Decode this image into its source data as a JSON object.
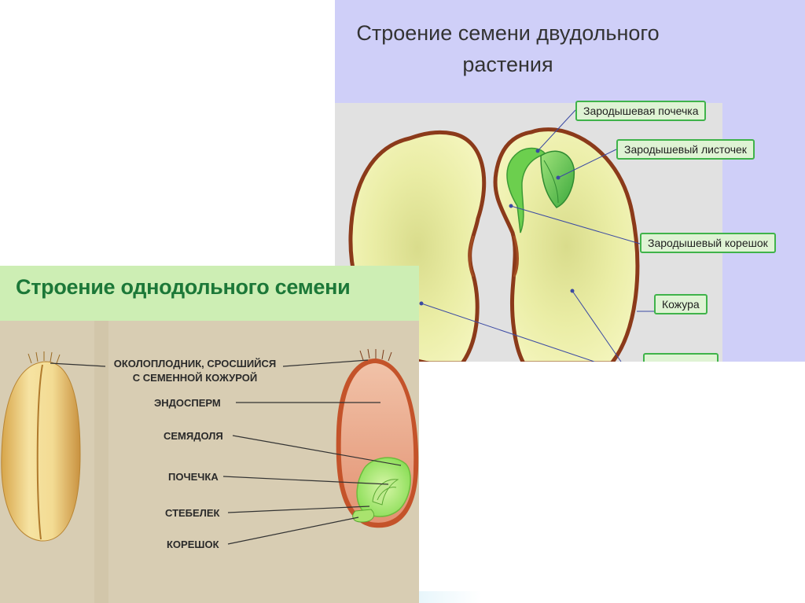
{
  "dicot": {
    "title": "Строение семени двудольного\nрастения",
    "labels": {
      "plumule": "Зародышевая почечка",
      "leaflet": "Зародышевый листочек",
      "radicle": "Зародышевый корешок",
      "coat": "Кожура"
    }
  },
  "monocot": {
    "title": "Строение однодольного семени",
    "labels": {
      "pericarp_line1": "ОКОЛОПЛОДНИК, СРОСШИЙСЯ",
      "pericarp_line2": "С СЕМЕННОЙ КОЖУРОЙ",
      "endosperm": "ЭНДОСПЕРМ",
      "cotyledon": "СЕМЯДОЛЯ",
      "bud": "ПОЧЕЧКА",
      "stem": "СТЕБЕЛЕК",
      "root": "КОРЕШОК"
    }
  },
  "colors": {
    "dicot_background": "#cfcff8",
    "dicot_stage": "#e1e1e1",
    "seed_fill": "#eef0a8",
    "seed_coat": "#8b3a1a",
    "callout_border": "#3fb34a",
    "callout_fill": "#dff3d4",
    "monocot_header": "#cdeeb4",
    "monocot_title": "#1c7838",
    "monocot_background": "#d8cdb3",
    "endosperm": "#e9a385",
    "embryo": "#8ee05a"
  }
}
